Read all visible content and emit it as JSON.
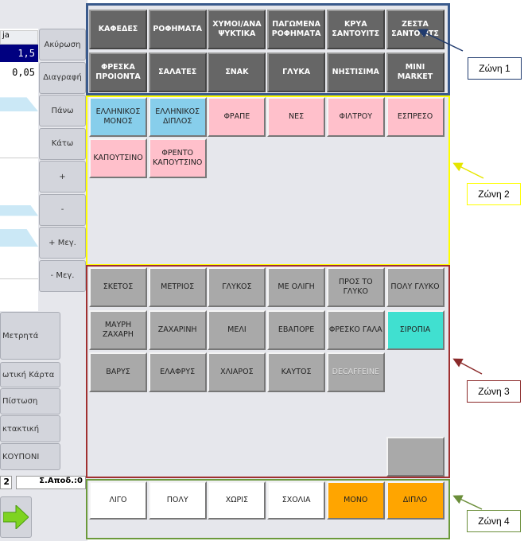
{
  "left": {
    "table": {
      "header": "ja",
      "rows": [
        "1,5",
        "0,05"
      ]
    },
    "side_buttons": [
      "Ακύρωση",
      "Διαγραφή",
      "Πάνω",
      "Κάτω",
      "+",
      "-",
      "+ Μεγ.",
      "- Μεγ."
    ],
    "payment_buttons": [
      "Μετρητά",
      "ωτική Κάρτα",
      "Πίστωση",
      "κτακτική",
      "ΚΟΥΠΟΝΙ"
    ],
    "status": {
      "count": "2",
      "change": "Σ.Αποδ.:0"
    }
  },
  "zone1": {
    "categories": [
      "ΚΑΦΕΔΕΣ",
      "ΡΟΦΗΜΑΤΑ",
      "ΧΥΜΟΙ/ΑΝΑ ΨΥΚΤΙΚΑ",
      "ΠΑΓΩΜΕΝΑ ΡΟΦΗΜΑΤΑ",
      "ΚΡΥΑ ΣΑΝΤΟΥΙΤΣ",
      "ΖΕΣΤΑ ΣΑΝΤΟΥΙΤΣ",
      "ΦΡΕΣΚΑ ΠΡΟΙΟΝΤΑ",
      "ΣΑΛΑΤΕΣ",
      "ΣΝΑΚ",
      "ΓΛΥΚΑ",
      "ΝΗΣΤΙΣΙΜΑ",
      "MINI MARKET"
    ]
  },
  "zone2": {
    "products": [
      {
        "label": "ΕΛΛΗΝΙΚΟΣ ΜΟΝΟΣ",
        "color": "#87ceeb"
      },
      {
        "label": "ΕΛΛΗΝΙΚΟΣ ΔΙΠΛΟΣ",
        "color": "#87ceeb"
      },
      {
        "label": "ΦΡΑΠΕ",
        "color": "#ffc0cb"
      },
      {
        "label": "ΝΕΣ",
        "color": "#ffc0cb"
      },
      {
        "label": "ΦΙΛΤΡΟΥ",
        "color": "#ffc0cb"
      },
      {
        "label": "ΕΣΠΡΕΣΟ",
        "color": "#ffc0cb"
      },
      {
        "label": "ΚΑΠΟΥΤΣΙΝΟ",
        "color": "#ffc0cb"
      },
      {
        "label": "ΦΡΕΝΤΟ ΚΑΠΟΥΤΣΙΝΟ",
        "color": "#ffc0cb"
      }
    ]
  },
  "zone3": {
    "options": [
      "ΣΚΕΤΟΣ",
      "ΜΕΤΡΙΟΣ",
      "ΓΛΥΚΟΣ",
      "ΜΕ ΟΛΙΓΗ",
      "ΠΡΟΣ ΤΟ ΓΛΥΚΟ",
      "ΠΟΛΥ ΓΛΥΚΟ",
      "ΜΑΥΡΗ ΖΑΧΑΡΗ",
      "ΖΑΧΑΡΙΝΗ",
      "ΜΕΛΙ",
      "ΕΒΑΠΟΡΕ",
      "ΦΡΕΣΚΟ ΓΑΛΑ",
      "ΣΙΡΟΠΙΑ",
      "ΒΑΡΥΣ",
      "ΕΛΑΦΡΥΣ",
      "ΧΛΙΑΡΟΣ",
      "ΚΑΥΤΟΣ",
      "DECAFFEINE"
    ],
    "highlight_color": "#40e0d0"
  },
  "zone4": {
    "modifiers": [
      {
        "label": "ΛΙΓΟ",
        "color": "#ffffff"
      },
      {
        "label": "ΠΟΛΥ",
        "color": "#ffffff"
      },
      {
        "label": "ΧΩΡΙΣ",
        "color": "#ffffff"
      },
      {
        "label": "ΣΧΟΛΙΑ",
        "color": "#ffffff"
      },
      {
        "label": "ΜΟΝΟ",
        "color": "#ffa500"
      },
      {
        "label": "ΔΙΠΛΟ",
        "color": "#ffa500"
      }
    ]
  },
  "annotations": [
    {
      "label": "Ζώνη 1",
      "color": "#1f3a6e"
    },
    {
      "label": "Ζώνη 2",
      "color": "#ffff00"
    },
    {
      "label": "Ζώνη 3",
      "color": "#8b2a2a"
    },
    {
      "label": "Ζώνη 4",
      "color": "#6b8e3a"
    }
  ]
}
